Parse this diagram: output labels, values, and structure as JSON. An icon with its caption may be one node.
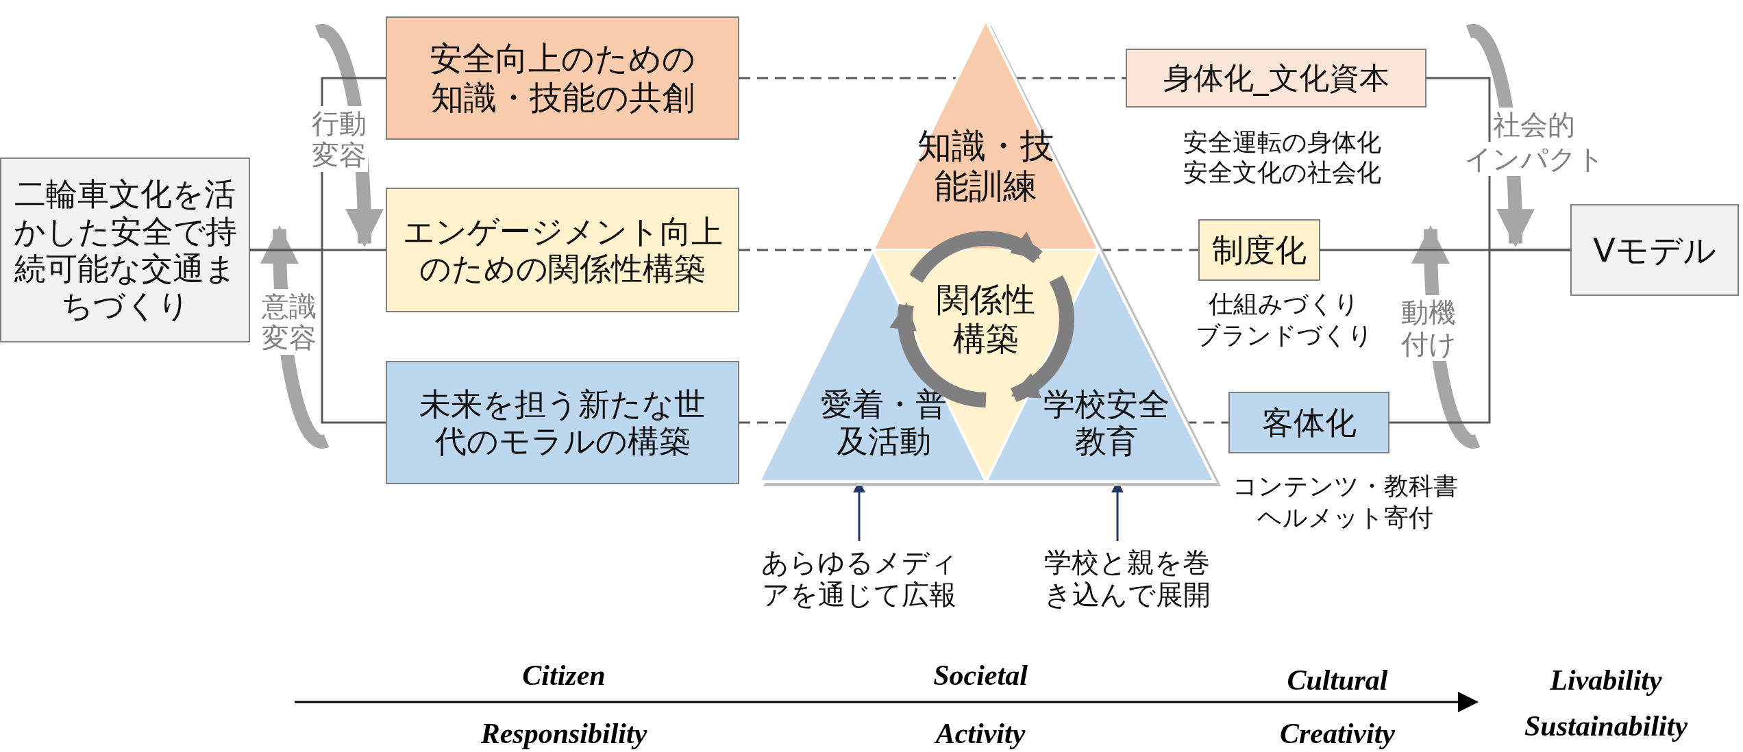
{
  "diagram": {
    "nodes": [
      {
        "text": [
          "二輪車文化を活かした安全で持続可能な交通まちづくり"
        ]
      },
      {
        "text": [
          "安全向上のための知識・技能の共創"
        ]
      },
      {
        "text": [
          "エンゲージメント向上のための関係性構築"
        ]
      },
      {
        "text": [
          "未来を担う新たな世代のモラルの構築"
        ]
      },
      {
        "text": [
          "知識・技能訓練"
        ]
      },
      {
        "text": [
          "関係性構築"
        ]
      },
      {
        "text": [
          "愛着・普及活動"
        ]
      },
      {
        "text": [
          "学校安全教育"
        ]
      },
      {
        "text": [
          "あらゆるメディアを通じて広報"
        ]
      },
      {
        "text": [
          "学校と親を巻き込んで展開"
        ]
      },
      {
        "text": [
          "身体化_文化資本"
        ]
      },
      {
        "text": [
          "制度化"
        ]
      },
      {
        "text": [
          "客体化"
        ]
      },
      {
        "text": [
          "Vモデル"
        ]
      }
    ],
    "edges": [
      {
        "from": 0,
        "to": 1,
        "arrow": "none"
      },
      {
        "from": 0,
        "to": 2,
        "arrow": "none"
      },
      {
        "from": 0,
        "to": 3,
        "arrow": "none"
      },
      {
        "from": 1,
        "to": 4,
        "arrow": "none",
        "style": "dashed"
      },
      {
        "from": 4,
        "to": 10,
        "arrow": "none",
        "style": "dashed"
      },
      {
        "from": 2,
        "to": 4,
        "arrow": "none",
        "style": "dashed"
      },
      {
        "from": 4,
        "to": 11,
        "arrow": "none",
        "style": "dashed"
      },
      {
        "from": 3,
        "to": 6,
        "arrow": "none",
        "style": "dashed"
      },
      {
        "from": 7,
        "to": 12,
        "arrow": "none",
        "style": "dashed"
      },
      {
        "from": 10,
        "to": 13,
        "arrow": "none"
      },
      {
        "from": 11,
        "to": 13,
        "arrow": "none"
      },
      {
        "from": 12,
        "to": 13,
        "arrow": "none"
      },
      {
        "from": 8,
        "to": 6,
        "arrow": "to",
        "color": "#1f3864"
      },
      {
        "from": 9,
        "to": 7,
        "arrow": "to",
        "color": "#1f3864"
      }
    ],
    "labels": [
      "行動変容",
      "意識変容",
      "安全運転の身体化",
      "安全文化の社会化",
      "社会的",
      "インパクト",
      "仕組みづくり",
      "ブランドづくり",
      "動機付け",
      "コンテンツ・教科書",
      "ヘルメット寄付",
      "Citizen",
      "Responsibility",
      "Societal",
      "Activity",
      "Cultural",
      "Creativity",
      "Livability",
      "Sustainability"
    ]
  }
}
